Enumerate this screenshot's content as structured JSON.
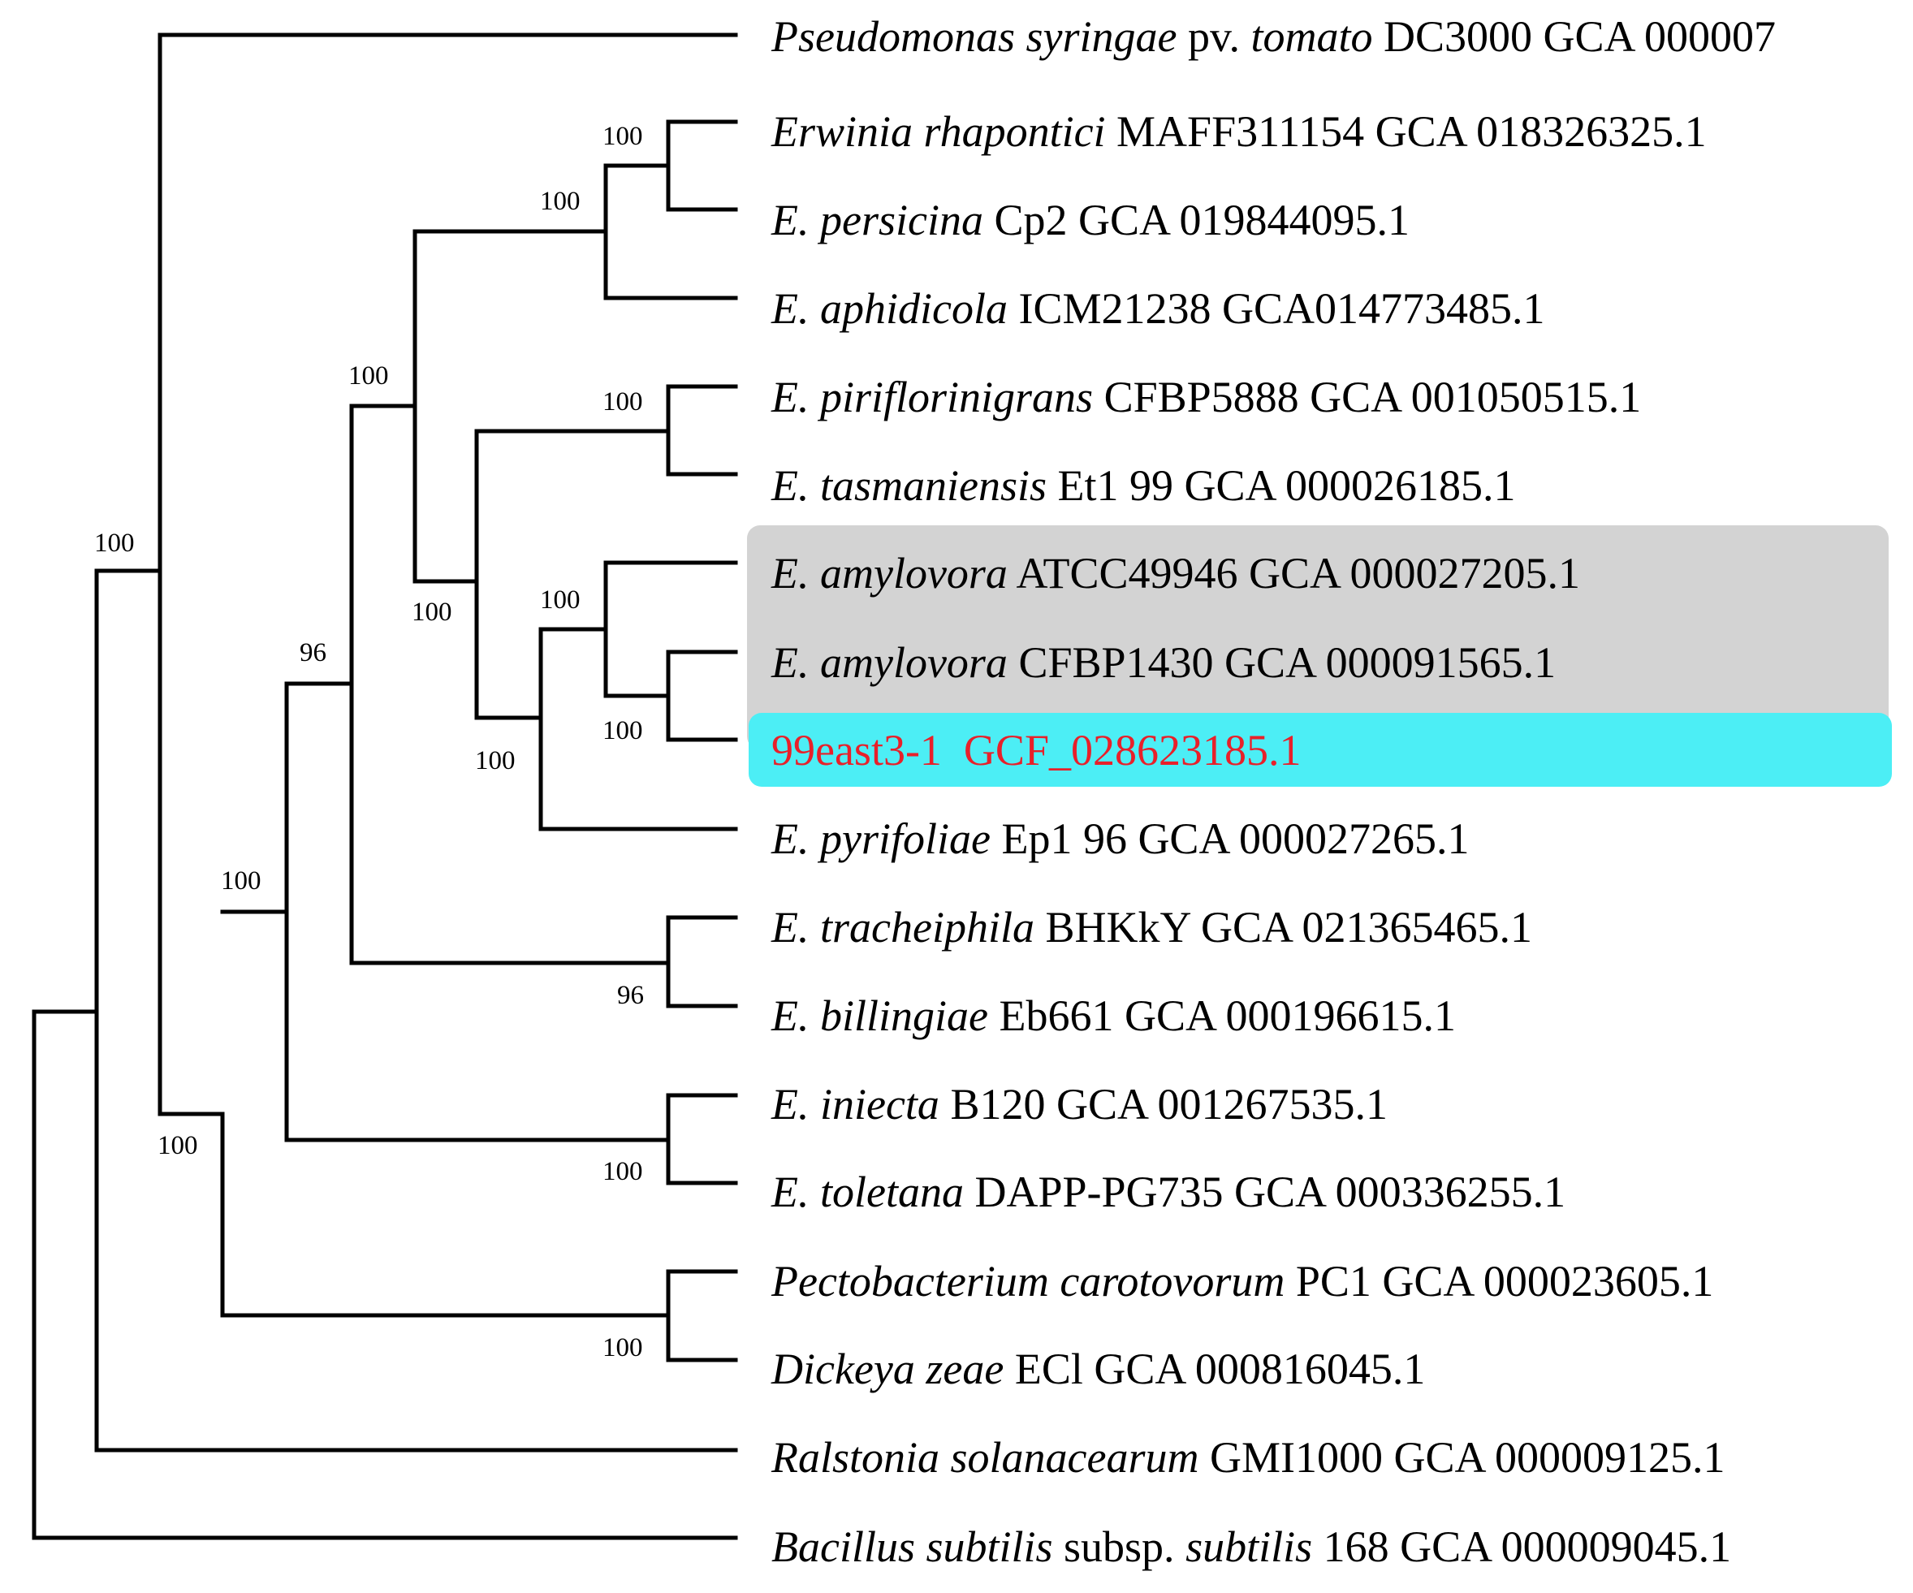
{
  "colors": {
    "branch": "#000000",
    "highlight_group": "#d3d3d3",
    "highlight_query": "#4ceef5",
    "query_text": "#e8202a",
    "text": "#000000"
  },
  "taxa": [
    {
      "id": "t0",
      "name": "Pseudomonas syringae",
      "qualifier": "pv.",
      "epithet": "tomato",
      "strain": "DC3000 GCA 000007"
    },
    {
      "id": "t1",
      "name": "Erwinia rhapontici",
      "strain": "MAFF311154 GCA 018326325.1"
    },
    {
      "id": "t2",
      "name": "E. persicina",
      "strain": "Cp2 GCA 019844095.1"
    },
    {
      "id": "t3",
      "name": "E. aphidicola",
      "strain": "ICM21238 GCA014773485.1"
    },
    {
      "id": "t4",
      "name": "E. piriflorinigrans",
      "strain": "CFBP5888 GCA 001050515.1"
    },
    {
      "id": "t5",
      "name": "E. tasmaniensis",
      "strain": "Et1 99 GCA 000026185.1"
    },
    {
      "id": "t6",
      "name": "E. amylovora",
      "strain": "ATCC49946 GCA 000027205.1"
    },
    {
      "id": "t7",
      "name": "E. amylovora",
      "strain": "CFBP1430 GCA 000091565.1"
    },
    {
      "id": "t8",
      "name": "99east3-1  GCF_028623185.1",
      "strain": ""
    },
    {
      "id": "t9",
      "name": "E. pyrifoliae",
      "strain": "Ep1 96 GCA 000027265.1"
    },
    {
      "id": "t10",
      "name": "E. tracheiphila",
      "strain": "BHKkY GCA 021365465.1"
    },
    {
      "id": "t11",
      "name": "E. billingiae",
      "strain": "Eb661 GCA 000196615.1"
    },
    {
      "id": "t12",
      "name": "E. iniecta",
      "strain": "B120 GCA 001267535.1"
    },
    {
      "id": "t13",
      "name": "E. toletana",
      "strain": "DAPP-PG735 GCA 000336255.1"
    },
    {
      "id": "t14",
      "name": "Pectobacterium carotovorum",
      "strain": "PC1 GCA 000023605.1"
    },
    {
      "id": "t15",
      "name": "Dickeya zeae",
      "strain": "ECl GCA 000816045.1"
    },
    {
      "id": "t16",
      "name": "Ralstonia solanacearum",
      "strain": "GMI1000 GCA 000009125.1"
    },
    {
      "id": "t17",
      "name": "Bacillus subtilis",
      "qualifier": "subsp.",
      "epithet": "subtilis",
      "strain": "168 GCA 000009045.1"
    }
  ],
  "bootstrap": {
    "rhapontici_persicina": "100",
    "rhapontici_aphidicola": "100",
    "erwinia_core": "100",
    "erwinia_upper": "100",
    "piriflorinigrans_tasmaniensis": "100",
    "amylovora_all": "100",
    "amylovora_pair": "100",
    "amylovora_pyrifoliae": "100",
    "tracheiphila_billingiae": "96",
    "erwinia_clade": "96",
    "erwinia_iniecta": "100",
    "iniecta_toletana": "100",
    "enterobacterales": "100",
    "pectobacterium_dickeya": "100",
    "ingroup": "100"
  }
}
